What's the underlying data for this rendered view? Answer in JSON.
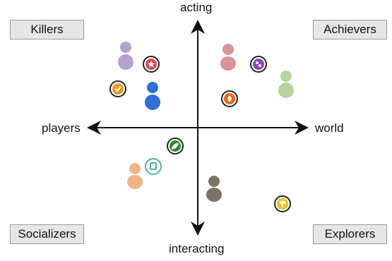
{
  "axes": {
    "top": "acting",
    "bottom": "interacting",
    "left": "players",
    "right": "world"
  },
  "quadrants": {
    "top_left": "Killers",
    "top_right": "Achievers",
    "bottom_left": "Socializers",
    "bottom_right": "Explorers"
  },
  "figures": [
    {
      "id": "figure-purple",
      "color": "#b7a0d2"
    },
    {
      "id": "figure-blue",
      "color": "#2f6fd6"
    },
    {
      "id": "figure-pink",
      "color": "#d9939a"
    },
    {
      "id": "figure-green",
      "color": "#b7d39e"
    },
    {
      "id": "figure-orange",
      "color": "#efb487"
    },
    {
      "id": "figure-dark",
      "color": "#7c7368"
    }
  ],
  "badges": [
    {
      "id": "star-badge",
      "color": "#d84a4f"
    },
    {
      "id": "check-badge",
      "color": "#f09a1a"
    },
    {
      "id": "people-badge",
      "color": "#8f46b7"
    },
    {
      "id": "fire-badge",
      "color": "#e86619"
    },
    {
      "id": "leaf-badge",
      "color": "#2f8a3a"
    },
    {
      "id": "cup-badge",
      "color": "#4fb38a"
    },
    {
      "id": "signpost-badge",
      "color": "#f0c419"
    }
  ]
}
